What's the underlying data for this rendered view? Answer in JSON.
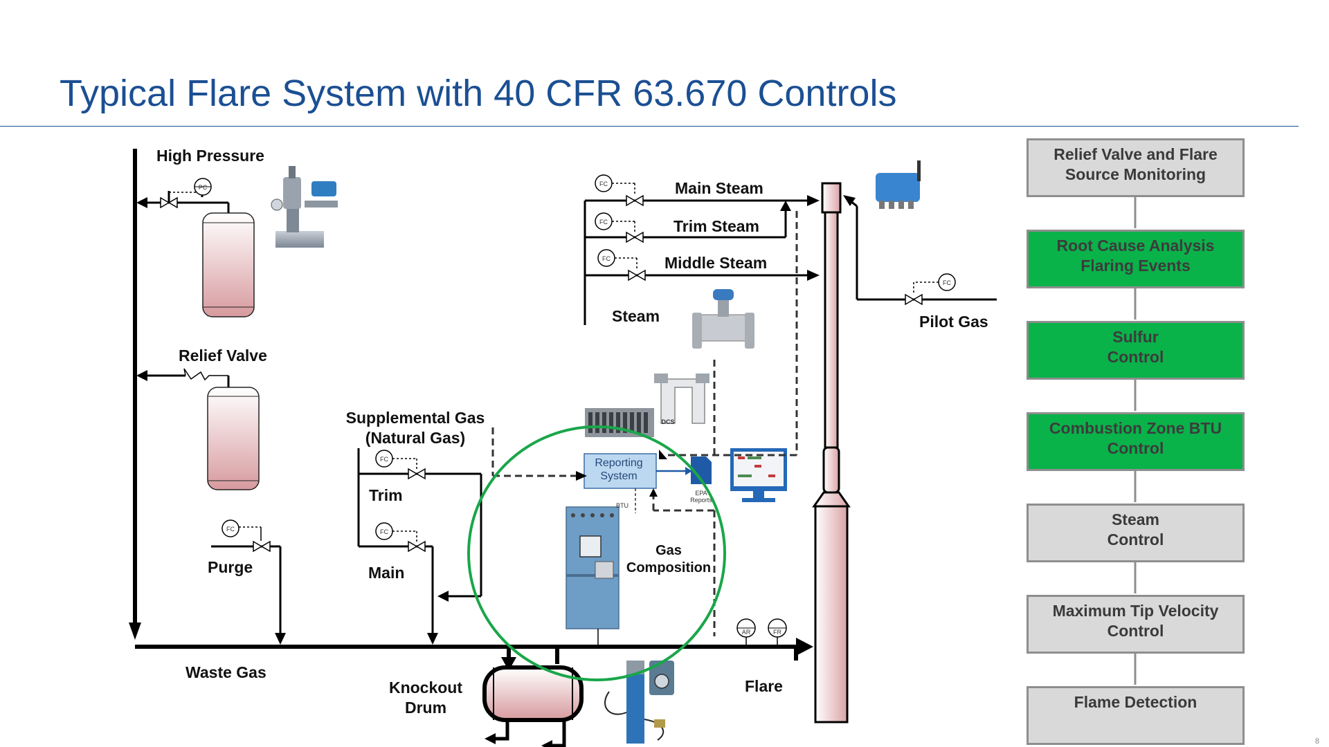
{
  "title": "Typical Flare System with 40 CFR 63.670 Controls",
  "labels": {
    "high_pressure": "High Pressure",
    "relief_valve": "Relief Valve",
    "purge": "Purge",
    "waste_gas": "Waste Gas",
    "supplemental_gas_1": "Supplemental Gas",
    "supplemental_gas_2": "(Natural Gas)",
    "trim": "Trim",
    "main": "Main",
    "knockout_1": "Knockout",
    "knockout_2": "Drum",
    "flare": "Flare",
    "main_steam": "Main Steam",
    "trim_steam": "Trim Steam",
    "middle_steam": "Middle Steam",
    "steam": "Steam",
    "pilot_gas": "Pilot Gas",
    "gas_composition_1": "Gas",
    "gas_composition_2": "Composition",
    "reporting_system_1": "Reporting",
    "reporting_system_2": "System",
    "epa_reports_1": "EPA",
    "epa_reports_2": "Reports",
    "btu": "BTU",
    "dcs": "DCS"
  },
  "instrument_tags": {
    "pc": "PC",
    "fc": "FC",
    "ar": "AR",
    "fr": "FR"
  },
  "controls": [
    {
      "text": "Relief Valve and Flare\nSource Monitoring",
      "status": "grey"
    },
    {
      "text": "Root Cause Analysis\nFlaring Events",
      "status": "green"
    },
    {
      "text": "Sulfur\nControl",
      "status": "green"
    },
    {
      "text": "Combustion Zone BTU\nControl",
      "status": "green"
    },
    {
      "text": "Steam\nControl",
      "status": "grey"
    },
    {
      "text": "Maximum Tip Velocity\nControl",
      "status": "grey"
    },
    {
      "text": "Flame Detection",
      "status": "grey"
    }
  ],
  "colors": {
    "title": "#1b4f93",
    "highlight_circle": "#1aa64a",
    "control_green": "#0ab24a",
    "control_grey": "#d9d9d9"
  },
  "page_number": "8"
}
